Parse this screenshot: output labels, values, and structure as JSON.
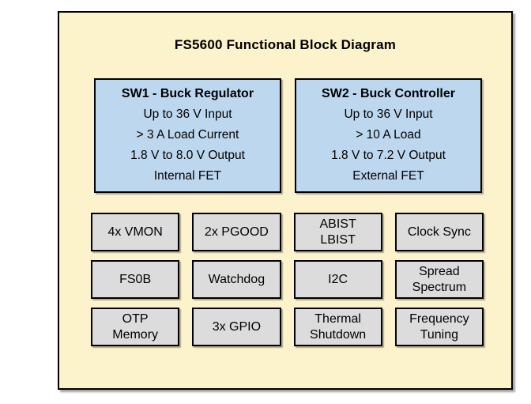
{
  "title": "FS5600 Functional Block Diagram",
  "colors": {
    "canvas": "#FFFFFF",
    "frame_fill": "#FCF2CC",
    "regulator_fill": "#BDD7EE",
    "feature_fill": "#DCDCDC",
    "border": "#000000"
  },
  "regulators": [
    {
      "title": "SW1 - Buck Regulator",
      "lines": [
        "Up to 36 V Input",
        "> 3 A Load Current",
        "1.8 V to 8.0 V Output",
        "Internal FET"
      ]
    },
    {
      "title": "SW2 - Buck Controller",
      "lines": [
        "Up to 36 V Input",
        "> 10 A Load",
        "1.8 V to 7.2 V Output",
        "External FET"
      ]
    }
  ],
  "features": {
    "rows": [
      [
        "4x VMON",
        "2x PGOOD",
        "ABIST\nLBIST",
        "Clock Sync"
      ],
      [
        "FS0B",
        "Watchdog",
        "I2C",
        "Spread\nSpectrum"
      ],
      [
        "OTP\nMemory",
        "3x GPIO",
        "Thermal\nShutdown",
        "Frequency\nTuning"
      ]
    ]
  }
}
